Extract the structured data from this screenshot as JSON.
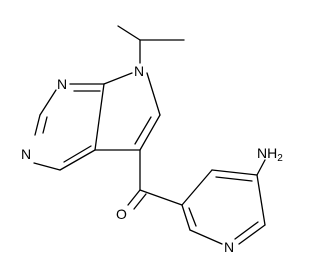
{
  "molecule": {
    "atoms": {
      "n_pyrrole": "N",
      "n_pyrimidine_top": "N",
      "n_pyrimidine_left": "N",
      "o_carbonyl": "O",
      "n_pyridine": "N",
      "amine": {
        "main": "NH",
        "subscript": "2"
      }
    }
  }
}
